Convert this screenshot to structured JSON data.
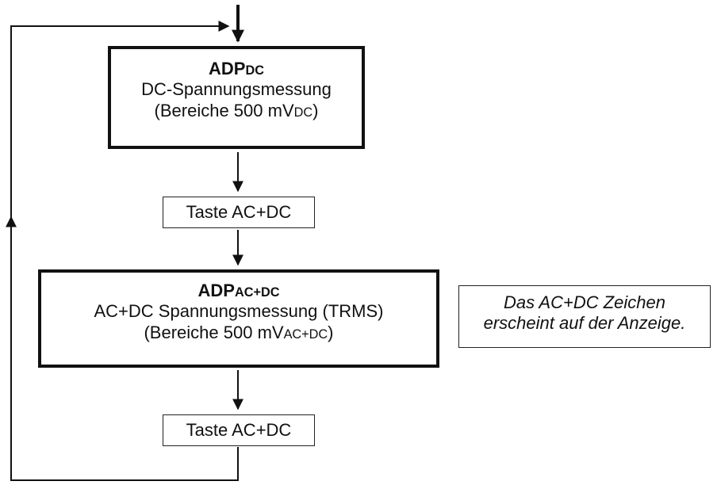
{
  "flow": {
    "step1": {
      "title_main": "ADP",
      "title_sub": "DC",
      "line1": "DC-Spannungsmessung",
      "line2_prefix": "(Bereiche 500 mV",
      "line2_sub": "DC",
      "line2_suffix": ")"
    },
    "key1": {
      "label": "Taste AC+DC"
    },
    "step2": {
      "title_main": "ADP",
      "title_sub": "AC+DC",
      "line1": "AC+DC Spannungsmessung (TRMS)",
      "line2_prefix": "(Bereiche 500 mV",
      "line2_sub": "AC+DC",
      "line2_suffix": ")"
    },
    "key2": {
      "label": "Taste AC+DC"
    },
    "note": {
      "line1": "Das AC+DC Zeichen",
      "line2": "erscheint auf der Anzeige."
    }
  }
}
